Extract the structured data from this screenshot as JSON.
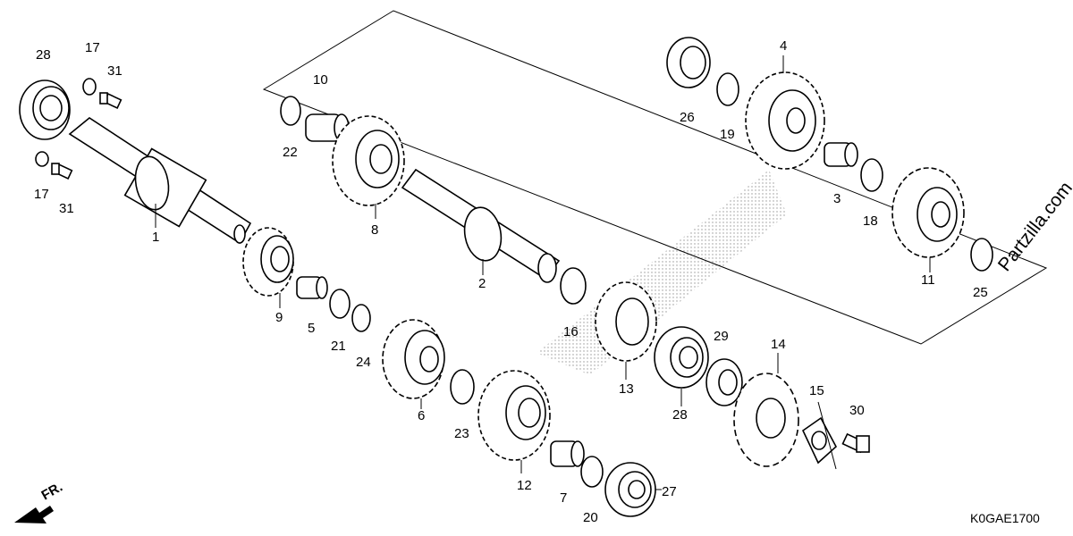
{
  "diagram": {
    "code": "K0GAE1700",
    "watermark": "Partzilla.com",
    "direction_label": "FR."
  },
  "callouts": [
    {
      "id": "c28a",
      "text": "28"
    },
    {
      "id": "c17a",
      "text": "17"
    },
    {
      "id": "c31a",
      "text": "31"
    },
    {
      "id": "c17b",
      "text": "17"
    },
    {
      "id": "c31b",
      "text": "31"
    },
    {
      "id": "c1",
      "text": "1"
    },
    {
      "id": "c9",
      "text": "9"
    },
    {
      "id": "c5",
      "text": "5"
    },
    {
      "id": "c21",
      "text": "21"
    },
    {
      "id": "c24",
      "text": "24"
    },
    {
      "id": "c6",
      "text": "6"
    },
    {
      "id": "c23",
      "text": "23"
    },
    {
      "id": "c12",
      "text": "12"
    },
    {
      "id": "c7",
      "text": "7"
    },
    {
      "id": "c20",
      "text": "20"
    },
    {
      "id": "c27",
      "text": "27"
    },
    {
      "id": "c10",
      "text": "10"
    },
    {
      "id": "c22",
      "text": "22"
    },
    {
      "id": "c8",
      "text": "8"
    },
    {
      "id": "c2",
      "text": "2"
    },
    {
      "id": "c16",
      "text": "16"
    },
    {
      "id": "c13",
      "text": "13"
    },
    {
      "id": "c28b",
      "text": "28"
    },
    {
      "id": "c29",
      "text": "29"
    },
    {
      "id": "c14",
      "text": "14"
    },
    {
      "id": "c15",
      "text": "15"
    },
    {
      "id": "c30",
      "text": "30"
    },
    {
      "id": "c26",
      "text": "26"
    },
    {
      "id": "c19",
      "text": "19"
    },
    {
      "id": "c4",
      "text": "4"
    },
    {
      "id": "c3",
      "text": "3"
    },
    {
      "id": "c18",
      "text": "18"
    },
    {
      "id": "c11",
      "text": "11"
    },
    {
      "id": "c25",
      "text": "25"
    }
  ]
}
